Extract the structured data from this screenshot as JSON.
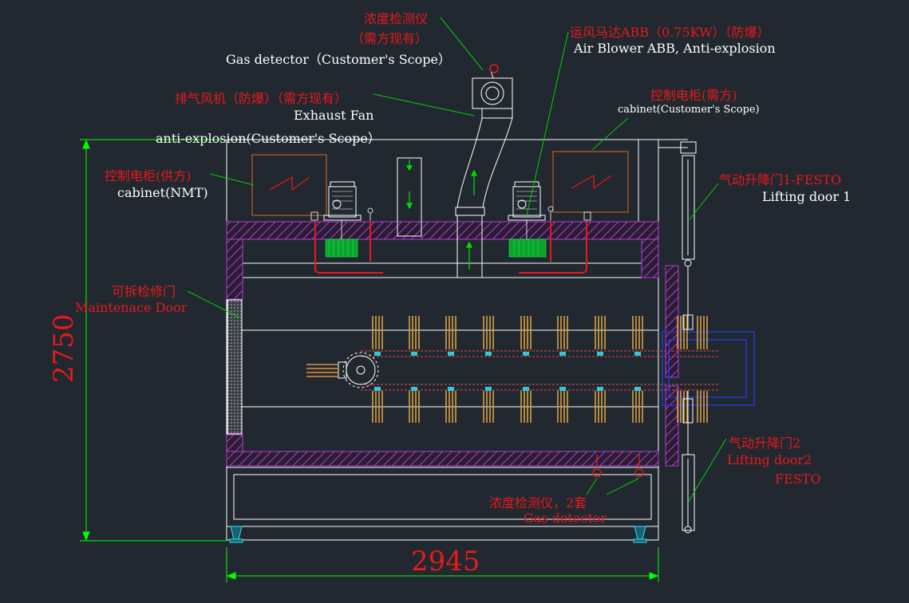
{
  "labels": {
    "gas_detector_top_cn": "浓度检测仪",
    "gas_detector_top_cn2": "（需方现有）",
    "gas_detector_top_en": "Gas detector（Customer's Scope）",
    "blower_cn": "运风马达ABB（0.75KW）（防爆）",
    "blower_en": "Air Blower ABB, Anti-explosion",
    "exhaust_cn": "排气风机（防爆）（需方现有）",
    "exhaust_en1": "Exhaust Fan",
    "exhaust_en2": "anti-explosion(Customer's Scope）",
    "cabinet_right_cn": "控制电柜(需方)",
    "cabinet_right_en": "cabinet(Customer's Scope)",
    "cabinet_left_cn": "控制电柜(供方)",
    "cabinet_left_en": "cabinet(NMT)",
    "lifting1_cn": "气动升降门1-FESTO",
    "lifting1_en": "Lifting door 1",
    "maint_cn": "可拆检修门",
    "maint_en": "Maintenace Door",
    "lifting2_cn": "气动升降门2",
    "lifting2_en": "Lifting door2",
    "lifting2_en2": "FESTO",
    "gas_bottom_cn": "浓度检测仪，2套",
    "gas_bottom_en": "Gas detector"
  },
  "dimensions": {
    "height": "2750",
    "width": "2945"
  },
  "colors": {
    "background": "#212830",
    "outline": "#ffffff",
    "text_red": "#e8191c",
    "leader_green": "#00e000",
    "insulation_magenta": "#a030c0",
    "cabinet_brown": "#c0621a",
    "conveyor_blue": "#2040ff",
    "rack_orange": "#d8a040",
    "dimension_green": "#00ff00"
  }
}
